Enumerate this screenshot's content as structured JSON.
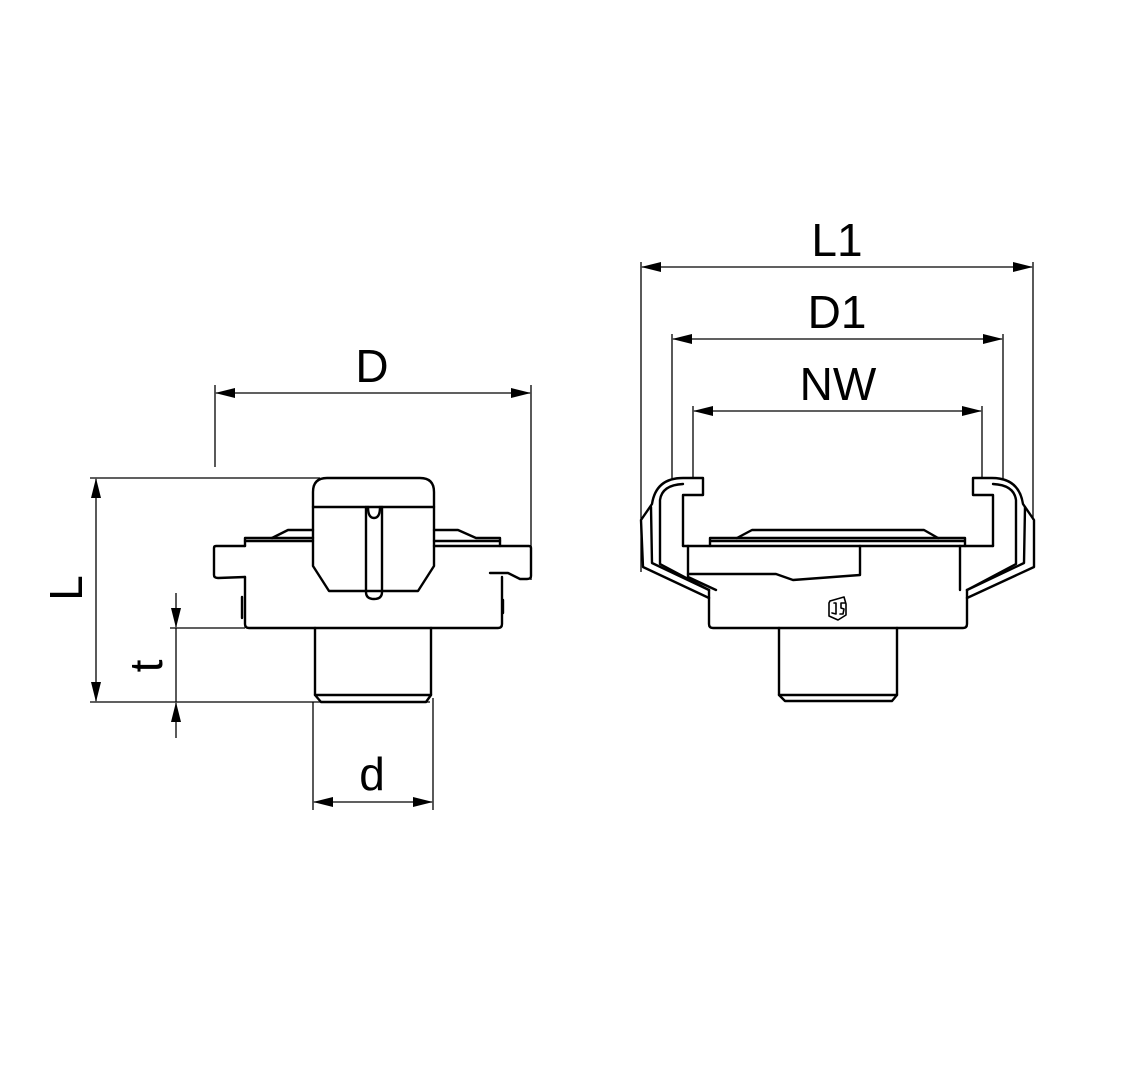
{
  "labels": {
    "D": "D",
    "L": "L",
    "t": "t",
    "d": "d",
    "L1": "L1",
    "D1": "D1",
    "NW": "NW"
  },
  "colors": {
    "line": "#000000",
    "background": "#ffffff"
  }
}
